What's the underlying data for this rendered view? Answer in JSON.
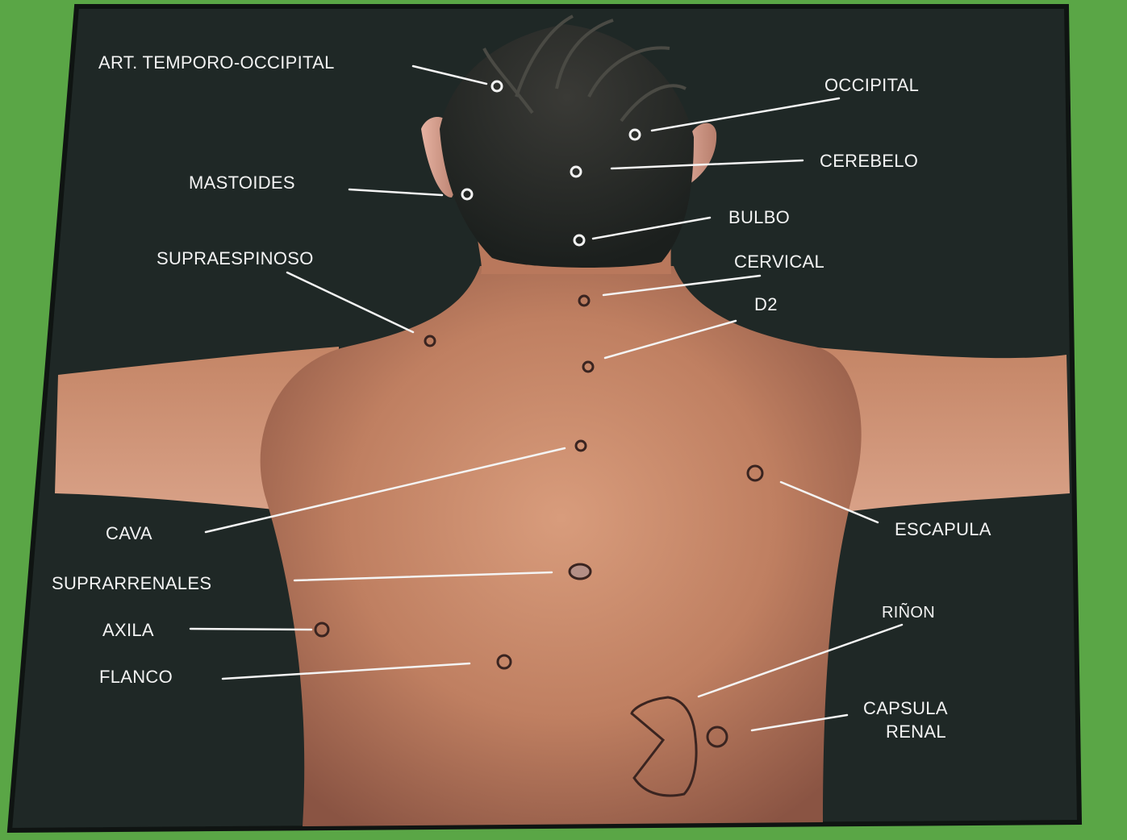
{
  "colors": {
    "frame_green": "#5aa646",
    "board": "#1f2826",
    "skin": "#c98a6b",
    "label_text": "#f3f3f3"
  },
  "labels": {
    "art_temporo_occipital": "ART. TEMPORO-OCCIPITAL",
    "occipital": "OCCIPITAL",
    "cerebelo": "CEREBELO",
    "mastoides": "MASTOIDES",
    "bulbo": "BULBO",
    "supraespinoso": "SUPRAESPINOSO",
    "cervical": "CERVICAL",
    "d2": "D2",
    "cava": "CAVA",
    "escapula": "ESCAPULA",
    "suprarrenales": "SUPRARRENALES",
    "axila": "AXILA",
    "rinon": "RIÑON",
    "flanco": "FLANCO",
    "capsula_renal_line1": "CAPSULA",
    "capsula_renal_line2": "RENAL"
  }
}
